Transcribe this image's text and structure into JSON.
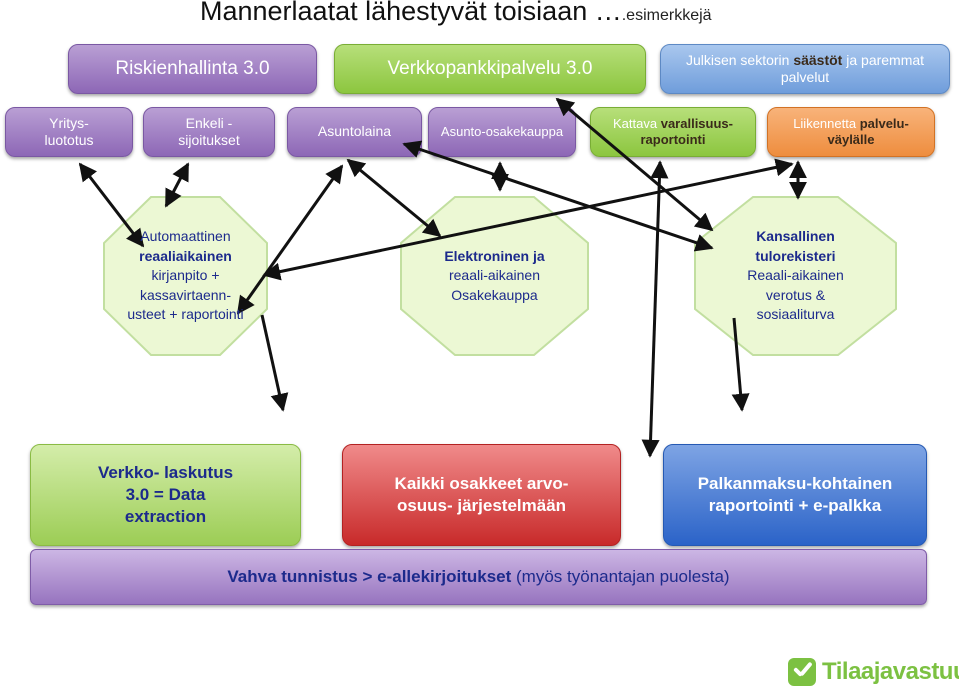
{
  "title": {
    "main": "Mannerlaatat lähestyvät toisiaan …",
    "suffix": ".esimerkkejä"
  },
  "top_row": [
    {
      "text": "Riskienhallinta 3.0"
    },
    {
      "text": "Verkkopankkipalvelu 3.0"
    },
    {
      "pre": "Julkisen sektorin ",
      "highlight": "säästöt",
      "post": " ja paremmat palvelut"
    }
  ],
  "second_row": [
    {
      "text": "Yritys- luototus"
    },
    {
      "text": "Enkeli -sijoitukset"
    },
    {
      "text": "Asuntolaina"
    },
    {
      "text": "Asunto-osakekauppa"
    },
    {
      "pre": "Kattava ",
      "highlight": "varallisuus- raportointi"
    },
    {
      "pre": "Liikennetta ",
      "highlight": "palvelu- väylälle"
    }
  ],
  "octagons": [
    {
      "lines": [
        "Automaattinen",
        "reaaliaikainen",
        "kirjanpito +",
        "kassavirtaenn-",
        "usteet + raportointi"
      ],
      "bold_lines": [
        1
      ]
    },
    {
      "lines": [
        "Elektroninen ja",
        "reaali-aikainen",
        "Osakekauppa"
      ],
      "bold_lines": [
        0
      ]
    },
    {
      "lines": [
        "Kansallinen",
        "tulorekisteri",
        "Reaali-aikainen",
        "verotus &",
        "sosiaaliturva"
      ],
      "bold_lines": [
        0,
        1
      ]
    }
  ],
  "bottom_row": [
    {
      "text": "Verkko- laskutus 3.0 = Data extraction"
    },
    {
      "text": "Kaikki osakkeet arvo-osuus- järjestelmään"
    },
    {
      "text": "Palkanmaksu-kohtainen raportointi + e-palkka"
    }
  ],
  "bar": {
    "bold": "Vahva tunnistus > e-allekirjoitukset",
    "rest": " (myös työnantajan puolesta)"
  },
  "logo": {
    "text": "Tilaajavastuu",
    "icon": "checkmark-icon"
  },
  "colors": {
    "purple": "#8d67b6",
    "green": "#8cc63f",
    "blue": "#6f9ddb",
    "orange": "#ee8d3e",
    "octagon_fill": "#ecf8d4",
    "octagon_stroke": "#c2dfa0",
    "red": "#c82a2a",
    "dark_blue": "#2b63c8",
    "text_navy": "#1c2a8c",
    "arrow": "#111111"
  }
}
